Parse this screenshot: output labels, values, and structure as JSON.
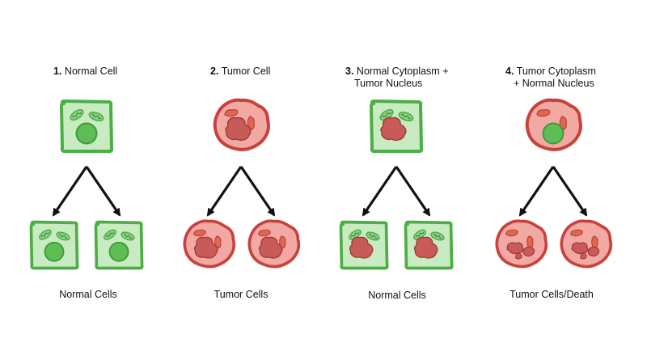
{
  "colors": {
    "normal_fill": "#c9ebc2",
    "normal_stroke": "#4dae46",
    "organelle_green": "#5ebd55",
    "tumor_fill": "#f2a9a4",
    "tumor_stroke": "#c8423d",
    "nucleus_red": "#c85a58",
    "organelle_red": "#e2664f",
    "arrow": "#111111"
  },
  "panels": [
    {
      "number": "1.",
      "title_line1": "Normal Cell",
      "title_line2": "",
      "caption": "Normal Cells",
      "parent_cell": {
        "cytoplasm": "normal",
        "nucleus": "normal"
      },
      "daughter_cells": [
        {
          "cytoplasm": "normal",
          "nucleus": "normal"
        },
        {
          "cytoplasm": "normal",
          "nucleus": "normal"
        }
      ]
    },
    {
      "number": "2.",
      "title_line1": "Tumor Cell",
      "title_line2": "",
      "caption": "Tumor Cells",
      "parent_cell": {
        "cytoplasm": "tumor",
        "nucleus": "tumor"
      },
      "daughter_cells": [
        {
          "cytoplasm": "tumor",
          "nucleus": "tumor"
        },
        {
          "cytoplasm": "tumor",
          "nucleus": "tumor"
        }
      ]
    },
    {
      "number": "3.",
      "title_line1": "Normal Cytoplasm +",
      "title_line2": "Tumor Nucleus",
      "caption": "Normal Cells",
      "parent_cell": {
        "cytoplasm": "normal",
        "nucleus": "tumor"
      },
      "daughter_cells": [
        {
          "cytoplasm": "normal",
          "nucleus": "tumor"
        },
        {
          "cytoplasm": "normal",
          "nucleus": "tumor"
        }
      ]
    },
    {
      "number": "4.",
      "title_line1": "Tumor Cytoplasm",
      "title_line2": "+ Normal Nucleus",
      "caption": "Tumor Cells/Death",
      "parent_cell": {
        "cytoplasm": "tumor",
        "nucleus": "normal"
      },
      "daughter_cells": [
        {
          "cytoplasm": "tumor",
          "nucleus": "fragmented"
        },
        {
          "cytoplasm": "tumor",
          "nucleus": "fragmented"
        }
      ]
    }
  ]
}
